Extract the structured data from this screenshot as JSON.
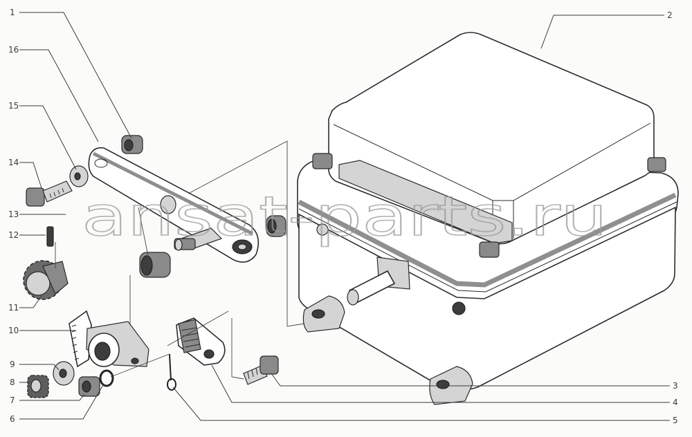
{
  "watermark": "ansat-parts.ru",
  "callouts": [
    "1",
    "2",
    "3",
    "4",
    "5",
    "6",
    "7",
    "8",
    "9",
    "10",
    "11",
    "12",
    "13",
    "14",
    "15",
    "16"
  ]
}
